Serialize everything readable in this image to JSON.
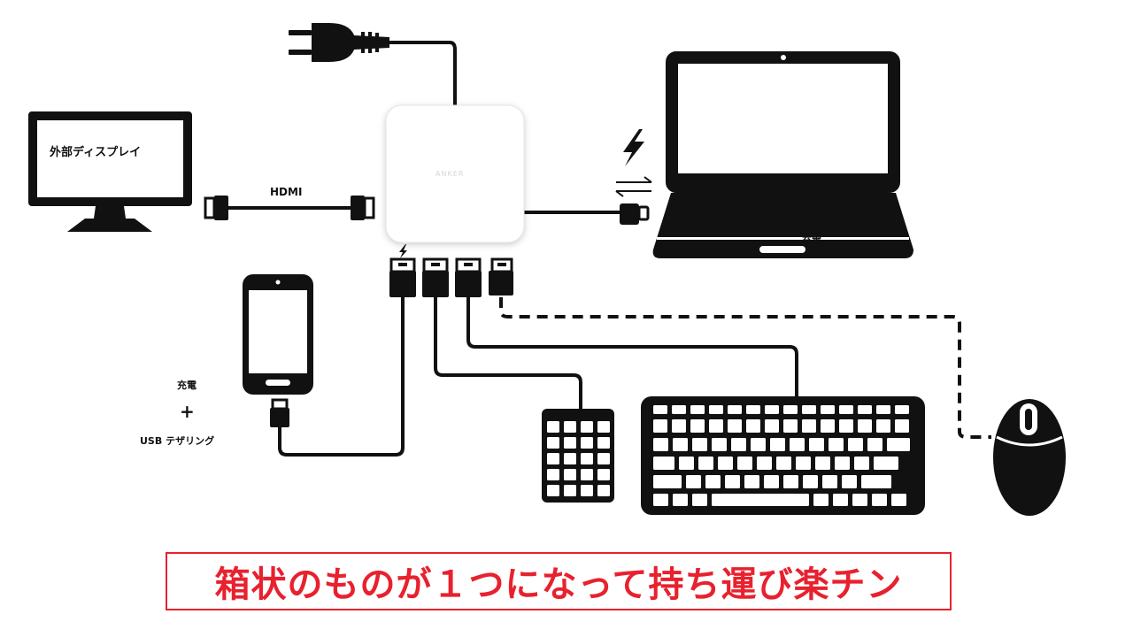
{
  "labels": {
    "external_display": "外部ディスプレイ",
    "hdmi": "HDMI",
    "phone_charge": "充電",
    "plus": "+",
    "phone_tethering": "USB テザリング",
    "laptop_charge": "充電",
    "hub_brand": "ANKER"
  },
  "caption": "箱状のものが１つになって持ち運び楽チン",
  "icons": {
    "power_plug": "power-plug-icon",
    "lightning": "lightning-icon",
    "transfer": "bidirectional-arrows-icon"
  },
  "colors": {
    "caption_red": "#e8212e",
    "device_black": "#111111",
    "hub_white": "#ffffff"
  }
}
